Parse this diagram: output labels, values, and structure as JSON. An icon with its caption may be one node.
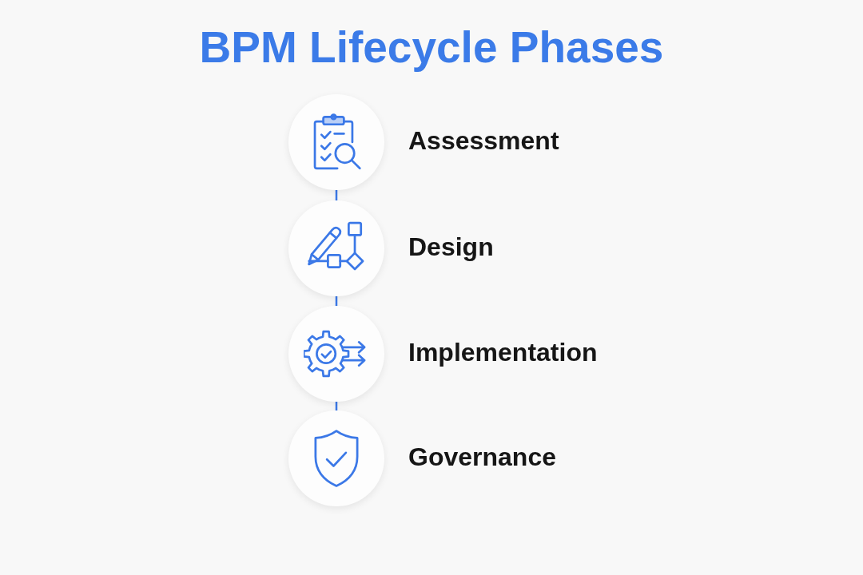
{
  "diagram": {
    "title": "BPM Lifecycle Phases",
    "nodes": [
      {
        "text": [],
        "shape": "circle",
        "beside": [
          "Assessment"
        ]
      },
      {
        "text": [],
        "shape": "circle",
        "beside": [
          "Design"
        ]
      },
      {
        "text": [],
        "shape": "circle",
        "beside": [
          "Implementation"
        ]
      },
      {
        "text": [],
        "shape": "circle",
        "beside": [
          "Governance"
        ]
      }
    ],
    "edges": [
      {
        "from": 0,
        "to": 1,
        "arrow": "none"
      },
      {
        "from": 1,
        "to": 2,
        "arrow": "none"
      },
      {
        "from": 2,
        "to": 3,
        "arrow": "none"
      }
    ]
  }
}
